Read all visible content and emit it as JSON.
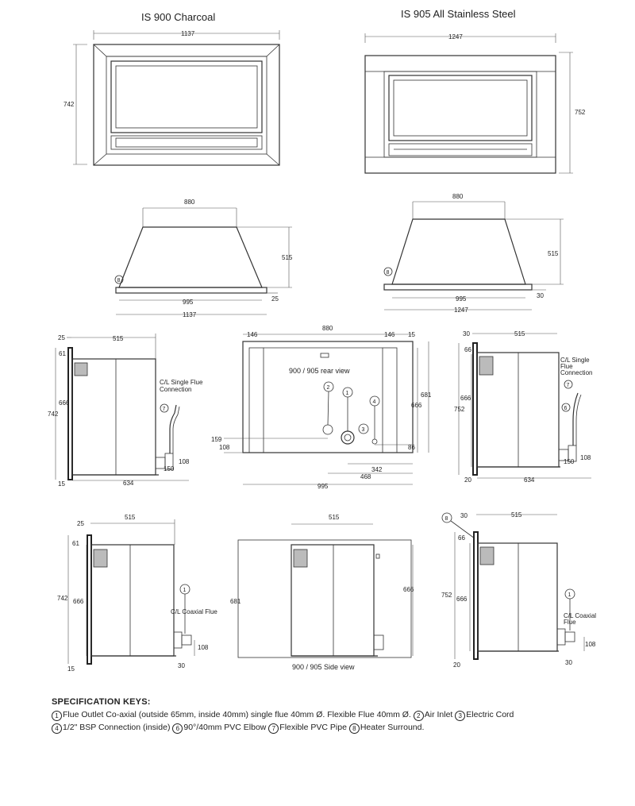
{
  "titles": {
    "left": "IS 900 Charcoal",
    "right": "IS 905 All Stainless Steel"
  },
  "front": {
    "left": {
      "width": "1137",
      "height": "742"
    },
    "right": {
      "width": "1247",
      "height": "752"
    }
  },
  "top": {
    "left": {
      "top_width": "880",
      "depth": "515",
      "bottom_width": "995",
      "overall_width": "1137",
      "surround": "25",
      "key": "8"
    },
    "right": {
      "top_width": "880",
      "depth": "515",
      "bottom_width": "995",
      "overall_width": "1247",
      "surround": "30",
      "key": "8"
    }
  },
  "side_single_left": {
    "surround": "25",
    "depth": "515",
    "top_offset": "61",
    "inner": "666",
    "height": "742",
    "bottom": "15",
    "overall": "634",
    "connection_label": "C/L Single Flue Connection",
    "dim_150": "150",
    "dim_108": "108",
    "key": "7"
  },
  "rear": {
    "label": "900 / 905 rear view",
    "width": "880",
    "side_left": "146",
    "side_right": "146",
    "right_15": "15",
    "height_681": "681",
    "height_666": "666",
    "dim_159": "159",
    "dim_108": "108",
    "dim_86": "86",
    "dim_342": "342",
    "dim_468": "468",
    "dim_995": "995",
    "keys": [
      "2",
      "1",
      "4",
      "3"
    ]
  },
  "side_single_right": {
    "surround": "30",
    "depth": "515",
    "top_offset": "66",
    "inner": "666",
    "height": "752",
    "bottom": "20",
    "overall": "634",
    "connection_label": "C/L Single Flue Connection",
    "dim_150": "150",
    "dim_108": "108",
    "key_7": "7",
    "key_6": "6"
  },
  "side_coax_left": {
    "surround": "25",
    "depth": "515",
    "top_offset": "61",
    "inner": "666",
    "height": "742",
    "bottom": "15",
    "connection_label": "C/L Coaxial Flue",
    "dim_108": "108",
    "dim_30": "30",
    "key": "1"
  },
  "side_view": {
    "label": "900 / 905 Side view",
    "depth": "515",
    "height_681": "681",
    "height_666": "666"
  },
  "side_coax_right": {
    "surround": "30",
    "depth": "515",
    "top_offset": "66",
    "inner": "666",
    "height": "752",
    "bottom": "20",
    "connection_label": "C/L Coaxial Flue",
    "dim_108": "108",
    "dim_30": "30",
    "key_1": "1",
    "key_8": "8"
  },
  "spec": {
    "title": "SPECIFICATION KEYS:",
    "k1_num": "1",
    "k1": "Flue Outlet Co-axial (outside 65mm, inside 40mm) single flue 40mm Ø. Flexible Flue 40mm Ø.",
    "k2_num": "2",
    "k2": "Air Inlet",
    "k3_num": "3",
    "k3": "Electric Cord",
    "k4_num": "4",
    "k4": "1/2\" BSP Connection (inside)",
    "k6_num": "6",
    "k6": "90°/40mm PVC Elbow",
    "k7_num": "7",
    "k7": "Flexible PVC Pipe",
    "k8_num": "8",
    "k8": "Heater Surround."
  }
}
